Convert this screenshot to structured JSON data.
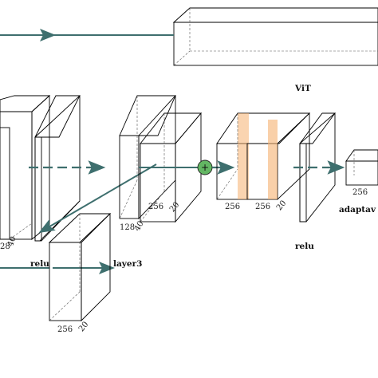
{
  "colors": {
    "block": "#fde3c2",
    "block_side": "#f9c896",
    "block_dark": "#f5b070",
    "relu": "#f79a6a",
    "relu_side": "#e8754a",
    "vit": "#9b9bf3",
    "vit_side": "#7a7ae6",
    "pool": "#f07878",
    "pool_side": "#e05a5a",
    "plus": "#63b663",
    "arrow": "#3e6f6e"
  },
  "labels": {
    "vit": "ViT",
    "relu_left": "relu",
    "relu_right": "relu",
    "layer3": "layer3",
    "pool": "adaptav",
    "block_a_h": "28",
    "block_a_d": "40",
    "block_b_w": "128",
    "block_b_d": "40",
    "block_c_w": "256",
    "block_c_d": "20",
    "block_d_w1": "256",
    "block_d_w2": "256",
    "block_d_d": "20",
    "block_e_w": "256",
    "block_e_d": "20",
    "pool_w": "256"
  }
}
